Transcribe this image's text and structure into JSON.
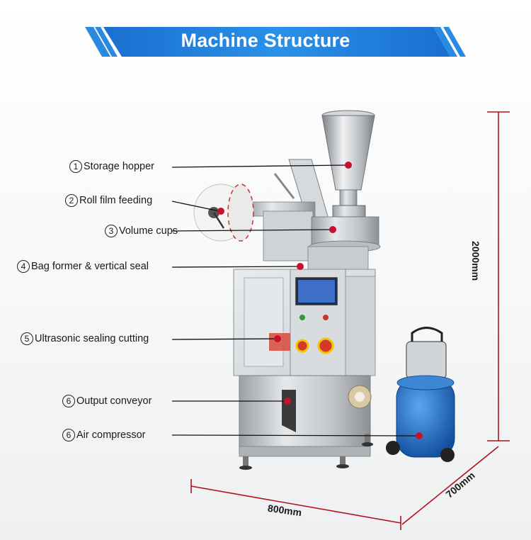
{
  "title": "Machine Structure",
  "callouts": [
    {
      "num": "1",
      "text": "Storage hopper"
    },
    {
      "num": "2",
      "text": "Roll film feeding"
    },
    {
      "num": "3",
      "text": "Volume cups"
    },
    {
      "num": "4",
      "text": "Bag former & vertical seal"
    },
    {
      "num": "5",
      "text": "Ultrasonic sealing cutting"
    },
    {
      "num": "6",
      "text": "Output conveyor"
    },
    {
      "num": "6",
      "text": "Air compressor"
    }
  ],
  "dimensions": {
    "height": "2000mm",
    "width": "800mm",
    "depth": "700mm"
  },
  "colors": {
    "banner": "#1f7fd8",
    "pointer": "#c8102e",
    "dimension_line": "#b0101f"
  }
}
